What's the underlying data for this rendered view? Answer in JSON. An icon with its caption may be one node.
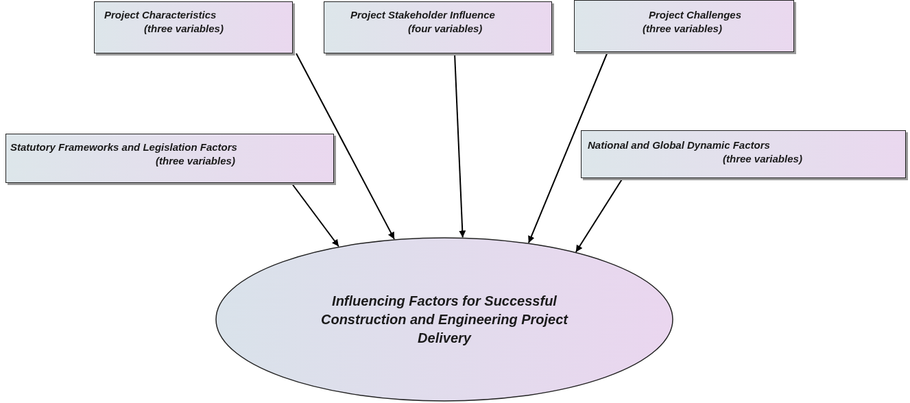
{
  "diagram": {
    "nodes": [
      {
        "text": [
          "Project Characteristics",
          "(three variables)"
        ]
      },
      {
        "text": [
          "Project Stakeholder Influence",
          "(four variables)"
        ]
      },
      {
        "text": [
          "Project Challenges",
          "(three variables)"
        ]
      },
      {
        "text": [
          "Statutory Frameworks and Legislation Factors",
          "(three variables)"
        ]
      },
      {
        "text": [
          "National and Global Dynamic Factors",
          "(three variables)"
        ]
      },
      {
        "text": [
          "Influencing Factors for Successful Construction and Engineering Project Delivery"
        ]
      }
    ],
    "edges": [
      {
        "from": 0,
        "to": 5,
        "arrow": "to"
      },
      {
        "from": 1,
        "to": 5,
        "arrow": "to"
      },
      {
        "from": 2,
        "to": 5,
        "arrow": "to"
      },
      {
        "from": 3,
        "to": 5,
        "arrow": "to"
      },
      {
        "from": 4,
        "to": 5,
        "arrow": "to"
      }
    ]
  }
}
